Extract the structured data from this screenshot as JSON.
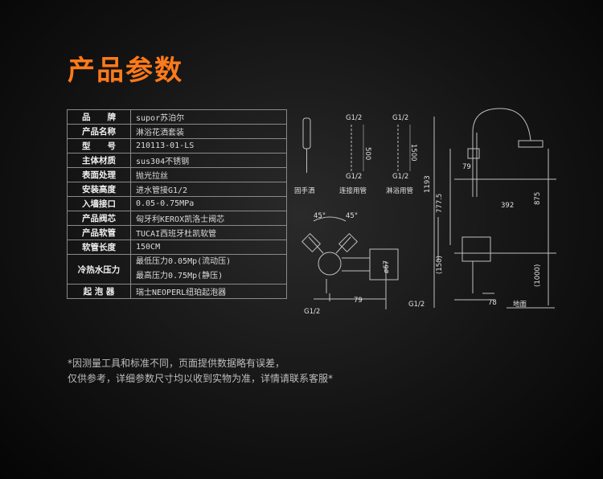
{
  "title": "产品参数",
  "specs": [
    {
      "key": "品　　牌",
      "value": "supor苏泊尔"
    },
    {
      "key": "产品名称",
      "value": "淋浴花洒套装"
    },
    {
      "key": "型　　号",
      "value": "210113-01-LS"
    },
    {
      "key": "主体材质",
      "value": "sus304不锈钢"
    },
    {
      "key": "表面处理",
      "value": "抛光拉丝"
    },
    {
      "key": "安装高度",
      "value": "进水管接G1/2"
    },
    {
      "key": "入墙接口",
      "value": "0.05-0.75MPa"
    },
    {
      "key": "产品阀芯",
      "value": "匈牙利KEROX凯洛士阀芯"
    },
    {
      "key": "产品软管",
      "value": "TUCAI西班牙杜凯软管"
    },
    {
      "key": "软管长度",
      "value": "150CM"
    },
    {
      "key": "冷热水压力",
      "lines": [
        "最低压力0.05Mp(流动压)",
        "最高压力0.75Mp(静压)"
      ]
    },
    {
      "key": "起 泡 器",
      "value": "瑞士NEOPERL纽珀起泡器"
    }
  ],
  "diagram": {
    "handheld_label": "固手洒",
    "hose1_label": "连接用管",
    "hose2_label": "淋浴用管",
    "g12": "G1/2",
    "dim_500": "500",
    "dim_1500": "1500",
    "angle": "45°",
    "dim_79": "79",
    "dim_phi67": "ø67",
    "dim_1193": "1193",
    "dim_7775": "777.5",
    "dim_150": "(150)",
    "dim_392": "392",
    "dim_875": "875",
    "dim_1000": "(1000)",
    "dim_78": "78",
    "ground_label": "地面"
  },
  "note": {
    "line1": "*因测量工具和标准不同，页面提供数据略有误差，",
    "line2": "仅供参考，详细参数尺寸均以收到实物为准，详情请联系客服*"
  },
  "colors": {
    "accent": "#ff7a1a",
    "text": "#d8d8d8",
    "line": "#8a8a8a"
  }
}
